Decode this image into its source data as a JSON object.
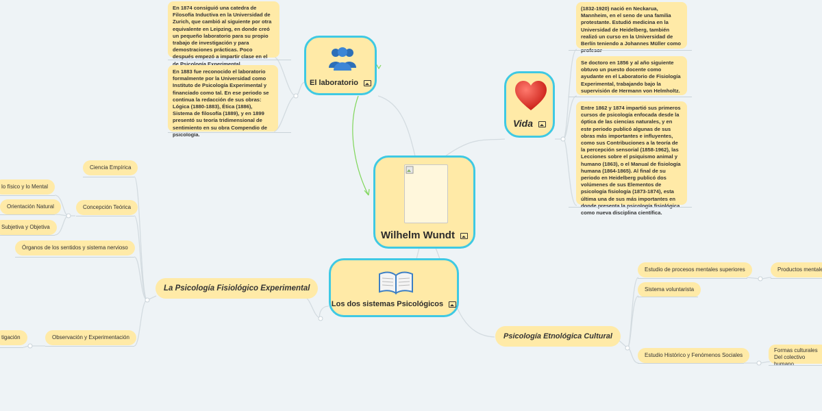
{
  "central": {
    "title": "Wilhelm Wundt"
  },
  "laboratorio": {
    "title": "El laboratorio",
    "notes": [
      "En 1874 consiguió una catedra de Filosofía Inductiva en la Universidad de Zurich, que cambió al siguiente por otra equivalente en Leipzing, en donde creó un pequeño laboratorio para su propio trabajo de investigación y para demostraciones prácticas. Poco después empezó a impartir clase en el de Psicología Experimental.",
      "En 1883 fue reconocido el laboratorio formalmente por la Universidad como Instituto de Psicología Experimental y financiado como tal. En ese periodo se continua la redacción de sus obras: Lógica (1880-1883), Ética (1886), Sistema de filosofía (1889), y en 1899 presentó su teoría tridimensional de sentimiento en su obra Compendio de psicología."
    ]
  },
  "vida": {
    "title": "Vida",
    "notes": [
      "(1832-1920) nació en Neckarua, Mannheim, en el seno de una familia protestante. Estudió medicina en la Universidad de Heidelberg, también realizó un curso en la Universidad de Berlín teniendo a Johannes Müller como profesor",
      "Se doctoro en 1856 y al año siguiente obtuvo un puesto docente como ayudante en el Laboratorio de Fisiología Experimental, trabajando bajo la supervisión de Hermann von Helmholtz.",
      "Entre 1862 y 1874 impartió sus primeros cursos de psicología enfocada desde la óptica de las ciencias naturales, y en este periodo publicó algunas de sus obras más importantes e influyentes, como sus Contribuciones a la teoría de la percepción sensorial (1858-1962), las Lecciones sobre el psiquismo animal y humano (1863), o el Manual de fisiología humana (1864-1865). Al final de su periodo en Heidelberg publicó dos volúmenes de sus Elementos de psicología fisiología (1873-1874), esta última una de sus más importantes en donde presenta la psicología fisiológica como nueva disciplina científica."
    ]
  },
  "sistemas": {
    "title": "Los dos sistemas Psicológicos"
  },
  "fisiologica": {
    "title": "La Psicología Fisiológico Experimental",
    "ciencia": "Ciencia Empírica",
    "concepcion": "Concepción Teórica",
    "fisico": "lo físico y lo Mental",
    "orientacion": "Orientación Natural",
    "subjetiva": "Subjetiva y Objetiva",
    "organos": "Órganos de los sentidos y sistema nervioso",
    "observacion": "Observación y Experimentación",
    "investigacion": "tigación"
  },
  "etnologica": {
    "title": "Psicología Etnológica Cultural",
    "procesos": "Estudio de procesos mentales superiores",
    "productos": "Productos mentales",
    "voluntarista": "Sistema voluntarista",
    "historico": "Estudio Histórico y Fenómenos Sociales",
    "formas1": "Formas culturales",
    "formas2": "Del colectivo humano"
  },
  "colors": {
    "node_fill": "#ffeaa7",
    "node_border": "#3fc9e3",
    "link": "#d3dbe0",
    "arrow": "#7fd65a",
    "background": "#eef3f6"
  }
}
